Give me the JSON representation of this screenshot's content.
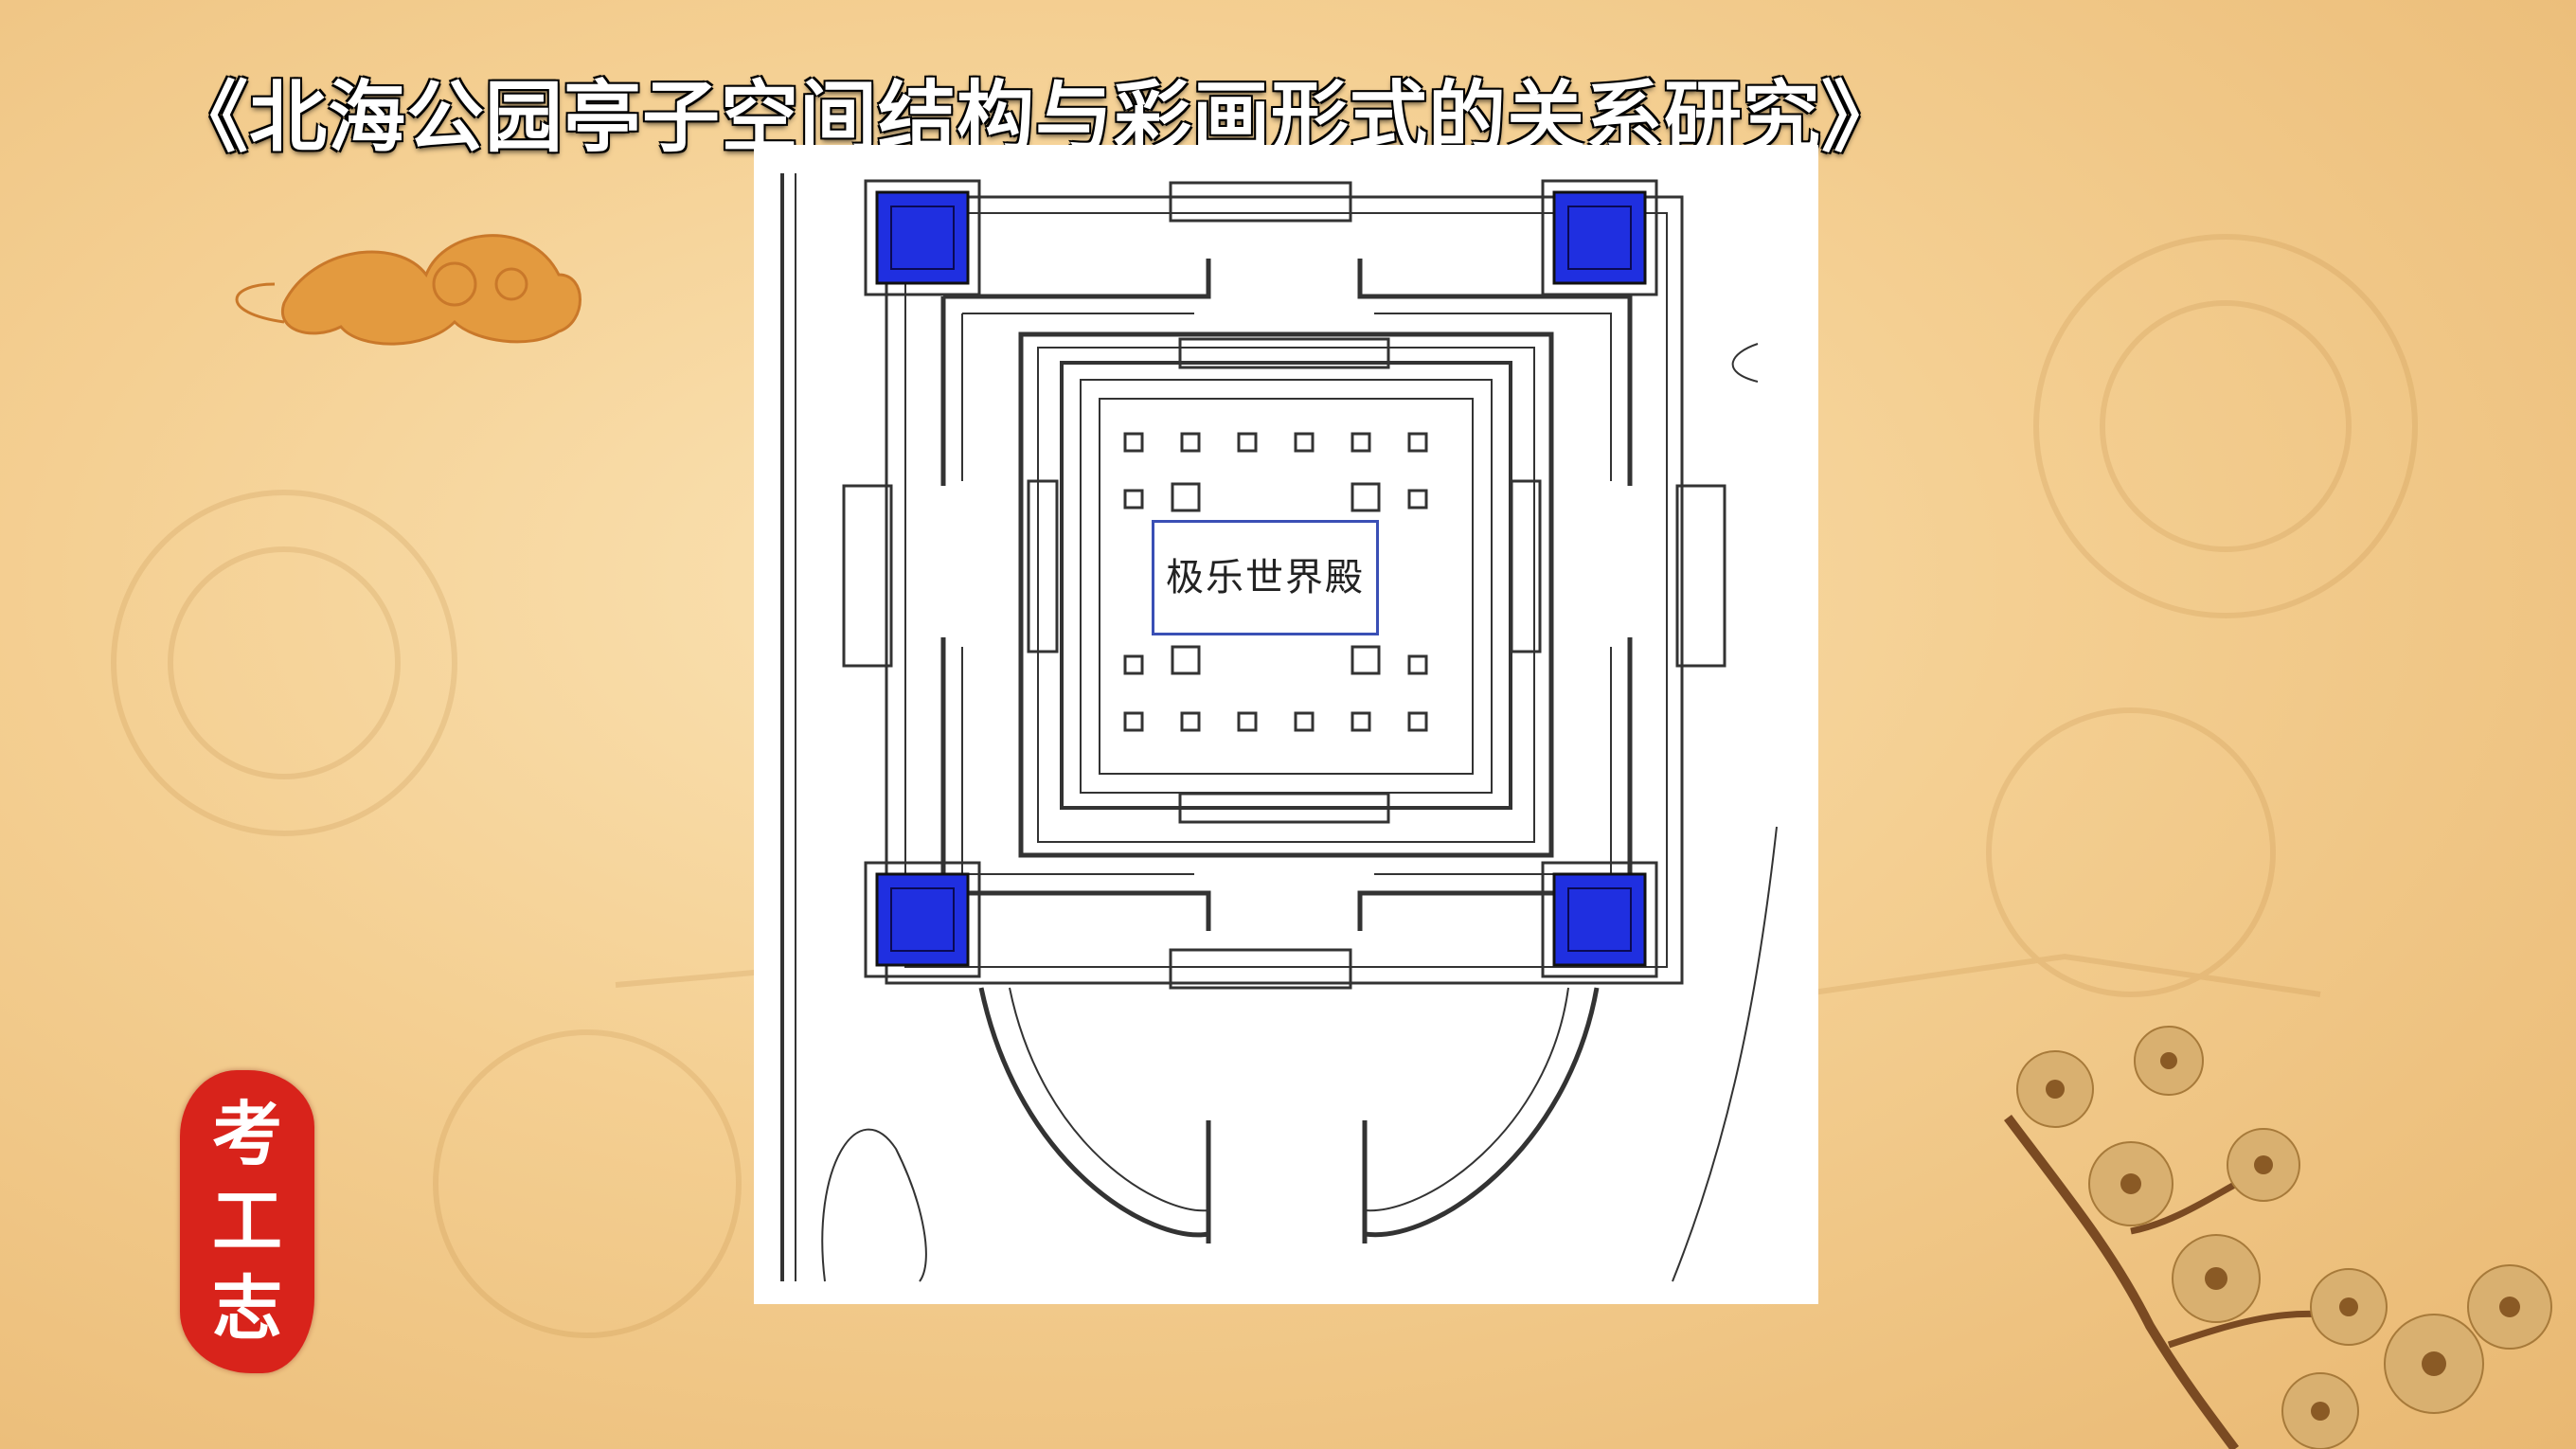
{
  "page": {
    "title": "《北海公园亭子空间结构与彩画形式的关系研究》"
  },
  "diagram": {
    "hall_label": "极乐世界殿",
    "highlight_color": "#1f2fe0",
    "corner_pavilions": [
      "top-left",
      "top-right",
      "bottom-left",
      "bottom-right"
    ]
  },
  "seal": {
    "chars": [
      "考",
      "工",
      "志"
    ],
    "color": "#d8231b"
  },
  "decorations": {
    "cloud_icon": "auspicious-cloud",
    "flower_icon": "plum-blossom-branch"
  }
}
